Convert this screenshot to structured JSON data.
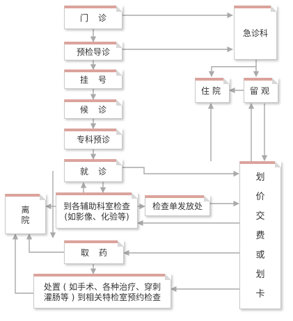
{
  "nodes": {
    "outpatient": "门诊",
    "pretriage": "预检导诊",
    "register": "挂号",
    "waiting": "候诊",
    "specialty_pretriage": "专科预诊",
    "consultation": "就诊",
    "aux_exam_line1": "到各辅助科室检查",
    "aux_exam_line2": "(如影像、化验等)",
    "report_desk": "检查单发放处",
    "discharge": "离院",
    "pharmacy": "取药",
    "treatment_line1": "处置 ( 如手术、各种治疗、穿刺",
    "treatment_line2": "灌肠等 ) 到相关特检室预约检查",
    "emergency": "急诊科",
    "hospitalized": "住院",
    "observation": "留观",
    "payment": [
      "划",
      "价",
      "交",
      "费",
      "或",
      "划",
      "卡"
    ]
  },
  "colors": {
    "box_border": "#c9c9c9",
    "box_top_band": "#dba39c",
    "connector": "#a9a9a9",
    "text": "#333333"
  }
}
